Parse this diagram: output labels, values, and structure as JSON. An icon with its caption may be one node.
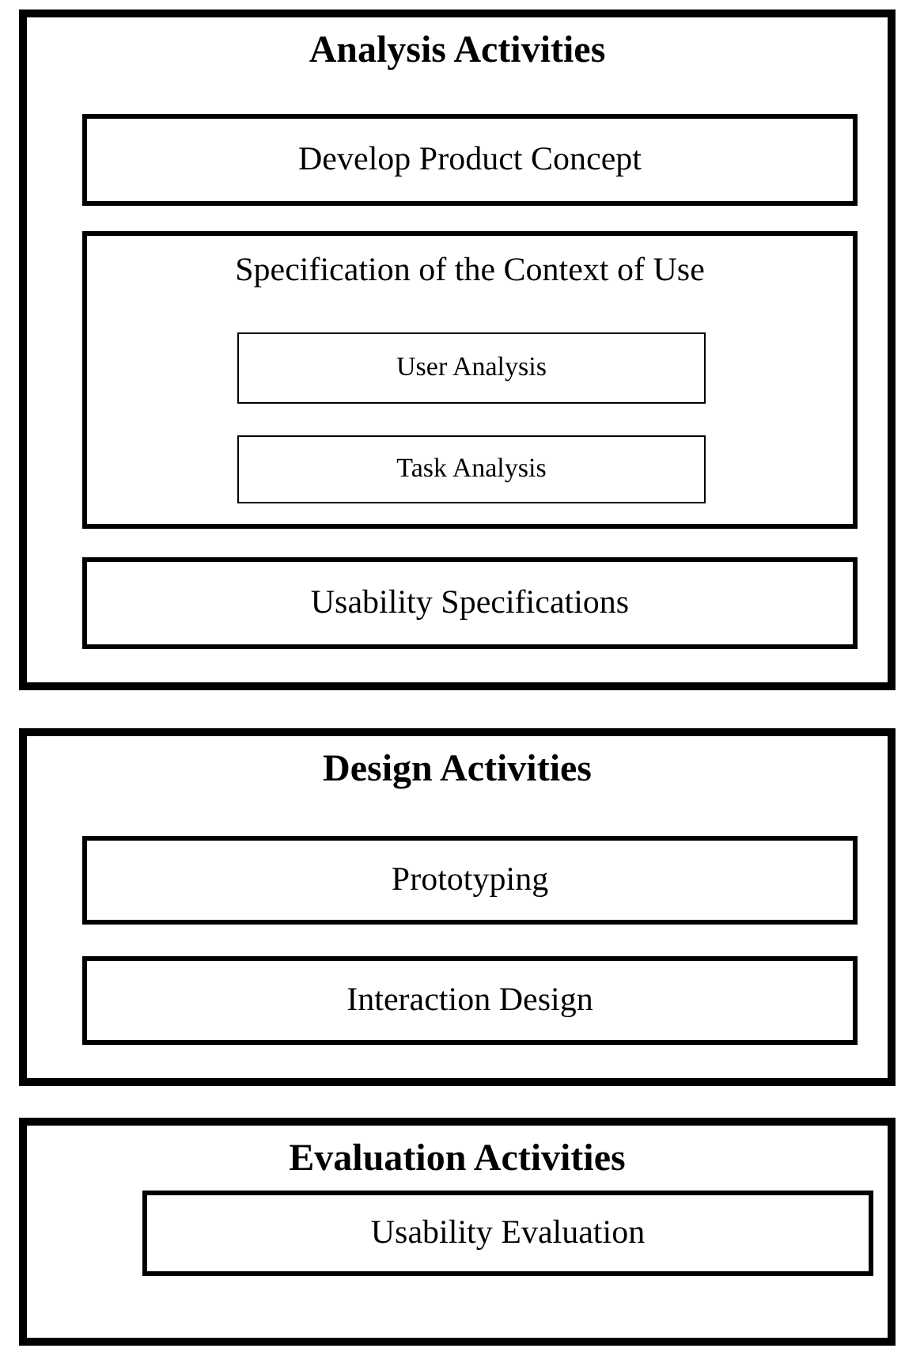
{
  "diagram": {
    "nodes": [
      {
        "text": [
          "Analysis Activities"
        ]
      },
      {
        "text": [
          "Develop Product Concept"
        ],
        "in": 0
      },
      {
        "text": [
          "Specification of the Context of Use"
        ],
        "in": 0
      },
      {
        "text": [
          "User Analysis"
        ],
        "in": 2
      },
      {
        "text": [
          "Task Analysis"
        ],
        "in": 2
      },
      {
        "text": [
          "Usability Specifications"
        ],
        "in": 0
      },
      {
        "text": [
          "Design Activities"
        ]
      },
      {
        "text": [
          "Prototyping"
        ],
        "in": 6
      },
      {
        "text": [
          "Interaction Design"
        ],
        "in": 6
      },
      {
        "text": [
          "Evaluation Activities"
        ]
      },
      {
        "text": [
          "Usability Evaluation"
        ],
        "in": 9
      }
    ]
  }
}
